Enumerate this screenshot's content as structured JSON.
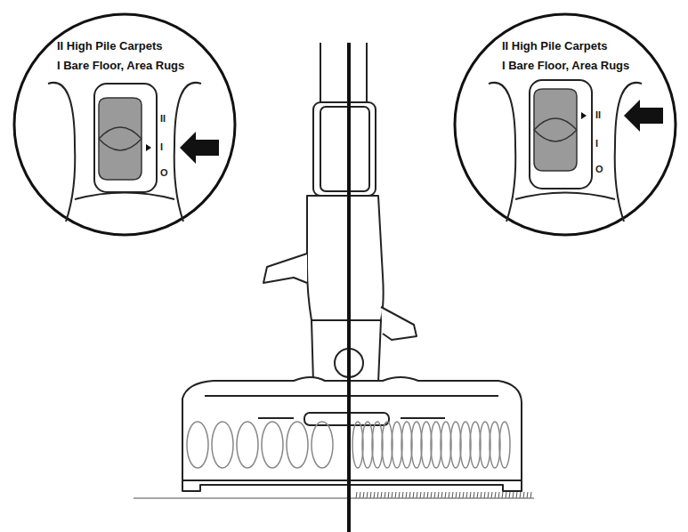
{
  "diagram": {
    "nodes": [
      {
        "text": [
          "II High Pile Carpets",
          "I Bare Floor, Area Rugs"
        ]
      },
      {
        "text": [
          "II High Pile Carpets",
          "I Bare Floor, Area Rugs"
        ]
      }
    ],
    "labels": [
      "II",
      "I",
      "O",
      "II",
      "I",
      "O"
    ]
  }
}
